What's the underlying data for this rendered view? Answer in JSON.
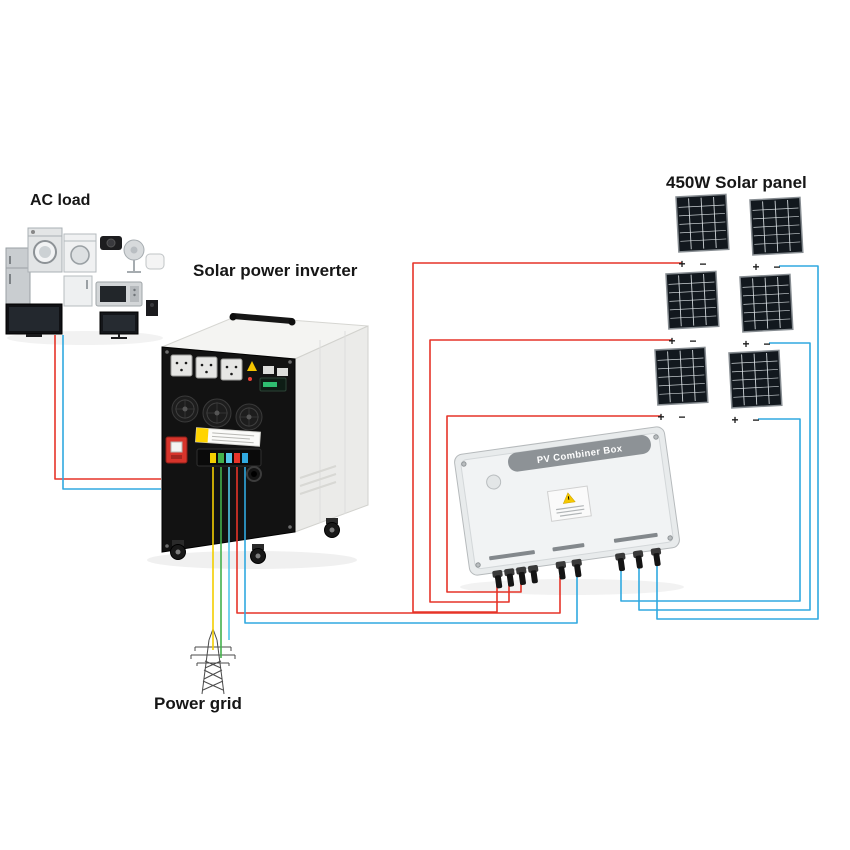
{
  "labels": {
    "ac_load": "AC load",
    "inverter": "Solar power inverter",
    "solar_panel": "450W Solar panel",
    "power_grid": "Power grid"
  },
  "combiner": {
    "title": "PV Combiner Box"
  },
  "terminals": {
    "plus": "+",
    "minus": "−"
  },
  "colors": {
    "wire_red": "#e63429",
    "wire_blue": "#30a9e0",
    "wire_yellow": "#f3cf00",
    "wire_green": "#43b14b",
    "wire_cyan": "#54c7ea",
    "background": "#ffffff"
  }
}
